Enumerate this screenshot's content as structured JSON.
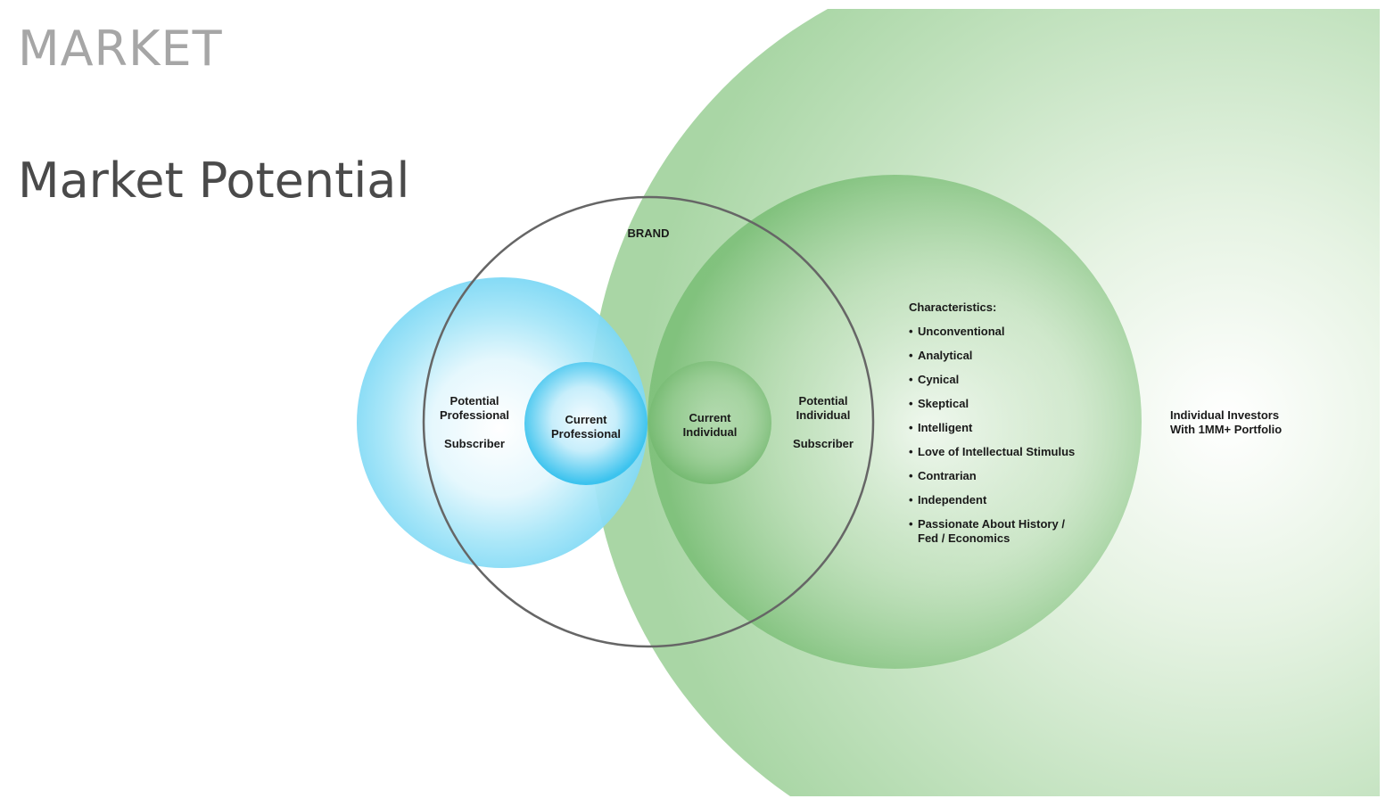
{
  "header": {
    "section_label": "MARKET",
    "title": "Market Potential"
  },
  "diagram": {
    "brand": "BRAND",
    "potential_professional": {
      "line1": "Potential",
      "line2": "Professional",
      "line3": "Subscriber"
    },
    "current_professional": {
      "line1": "Current",
      "line2": "Professional"
    },
    "current_individual": {
      "line1": "Current",
      "line2": "Individual"
    },
    "potential_individual": {
      "line1": "Potential",
      "line2": "Individual",
      "line3": "Subscriber"
    },
    "individual_investors": {
      "line1": "Individual Investors",
      "line2": "With 1MM+ Portfolio"
    },
    "characteristics": {
      "heading": "Characteristics:",
      "items": [
        "Unconventional",
        "Analytical",
        "Cynical",
        "Skeptical",
        "Intelligent",
        "Love of Intellectual Stimulus",
        "Contrarian",
        "Independent",
        "Passionate About History / Fed / Economics"
      ]
    },
    "colors": {
      "blue": "#7dd8f5",
      "blue_core": "#3cc3ee",
      "green": "#8cc98a",
      "green_dark": "#7cbf78",
      "brand_outline": "#666666"
    }
  }
}
